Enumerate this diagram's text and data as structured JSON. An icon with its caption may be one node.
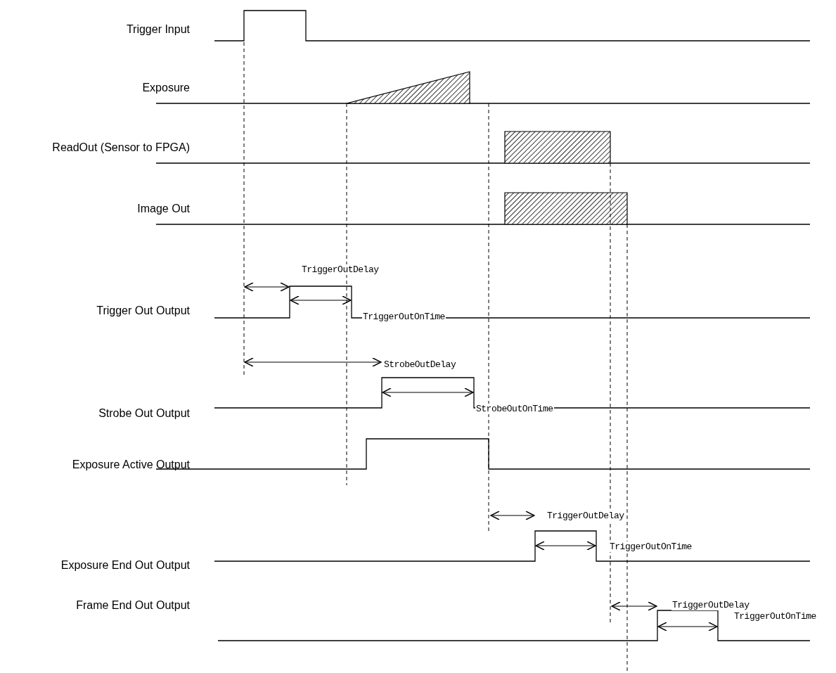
{
  "diagram": {
    "labels": [
      "Trigger Input",
      "Exposure",
      "ReadOut (Sensor to FPGA)",
      "Image Out",
      "TriggerOutDelay",
      "TriggerOutOnTime",
      "Trigger Out Output",
      "StrobeOutDelay",
      "StrobeOutOnTime",
      "Strobe Out Output",
      "Exposure Active Output",
      "TriggerOutDelay",
      "TriggerOutOnTime",
      "Exposure End Out Output",
      "TriggerOutDelay",
      "TriggerOutOnTime",
      "Frame End Out Output"
    ]
  }
}
